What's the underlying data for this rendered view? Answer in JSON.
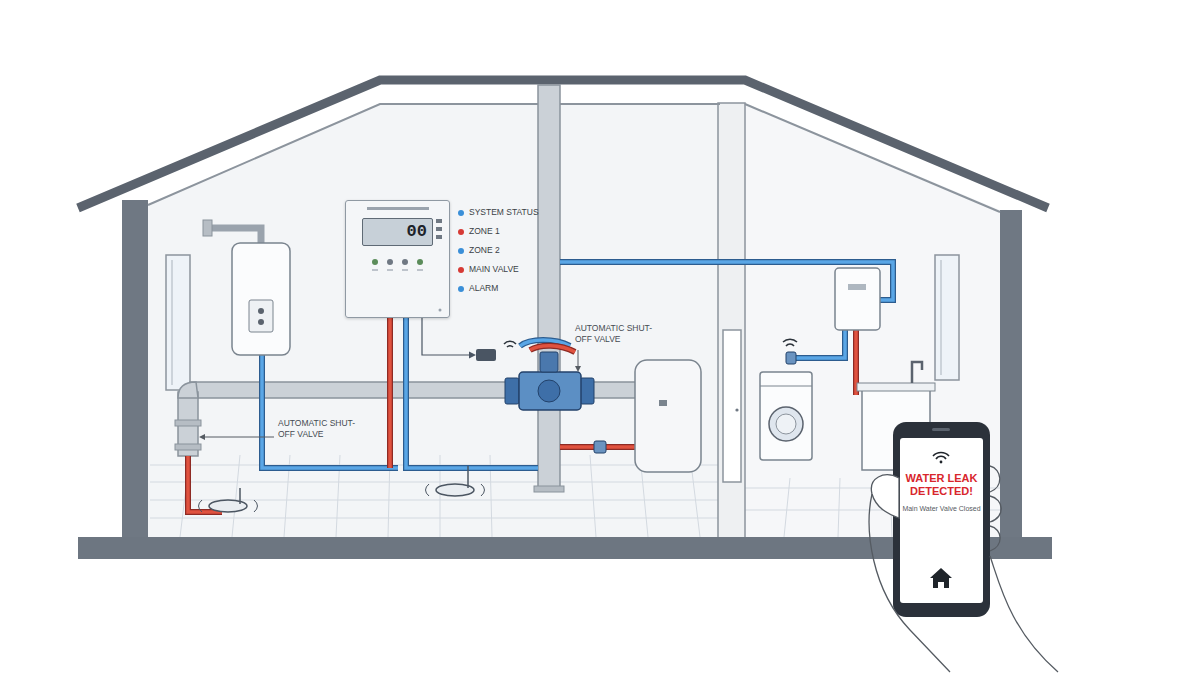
{
  "diagram": {
    "nodes": [
      {
        "text": [
          "00"
        ]
      },
      {
        "text": [
          "WATER LEAK DETECTED!",
          "Main Water Valve Closed"
        ]
      }
    ],
    "labels": [
      "AUTOMATIC SHUT-OFF VALVE",
      "AUTOMATIC SHUT-OFF VALVE"
    ],
    "legend": [
      {
        "text": "SYSTEM STATUS",
        "color": "#3a8fd8"
      },
      {
        "text": "ZONE 1",
        "color": "#d63a35"
      },
      {
        "text": "ZONE 2",
        "color": "#3a8fd8"
      },
      {
        "text": "MAIN VALVE",
        "color": "#d63a35"
      },
      {
        "text": "ALARM",
        "color": "#3a8fd8"
      }
    ]
  }
}
